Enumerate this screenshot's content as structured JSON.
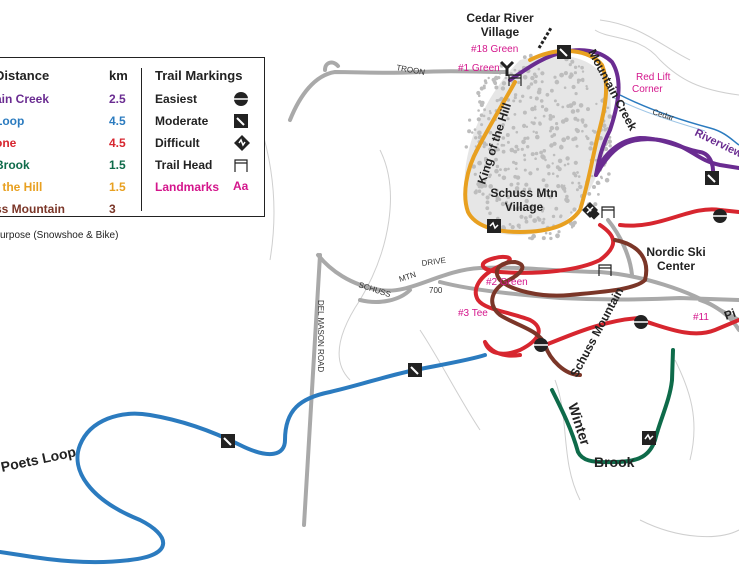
{
  "legend": {
    "head_distance": "Distance",
    "head_km": "km",
    "head_markings": "Trail Markings",
    "trails": [
      {
        "name": "ain Creek",
        "km": "2.5",
        "color": "#6a2c91"
      },
      {
        "name": "Loop",
        "km": "4.5",
        "color": "#2b7bbf"
      },
      {
        "name": "one",
        "km": "4.5",
        "color": "#d7262f"
      },
      {
        "name": "Brook",
        "km": "1.5",
        "color": "#0e6b4a"
      },
      {
        "name": "f the Hill",
        "km": "1.5",
        "color": "#e8a020"
      },
      {
        "name": "ss Mountain",
        "km": "3",
        "color": "#7b3628"
      }
    ],
    "markings": [
      {
        "label": "Easiest",
        "icon": "circle-icon"
      },
      {
        "label": "Moderate",
        "icon": "square-icon"
      },
      {
        "label": "Difficult",
        "icon": "diamond-icon"
      },
      {
        "label": "Trail Head",
        "icon": "trailhead-icon"
      },
      {
        "label": "Landmarks",
        "icon": "Aa",
        "color": "#d4168c"
      }
    ],
    "footnote": "urpose (Snowshoe & Bike)"
  },
  "places": {
    "village_top_1": "Cedar River",
    "village_top_2": "Village",
    "schuss_village_1": "Schuss Mtn",
    "schuss_village_2": "Village",
    "nordic_1": "Nordic Ski",
    "nordic_2": "Center"
  },
  "landmarks": {
    "green18": "#18 Green",
    "green1": "#1 Green",
    "redlift_1": "Red Lift",
    "redlift_2": "Corner",
    "green2": "#2 Green",
    "tee3": "#3 Tee",
    "hole11": "#11"
  },
  "roads": {
    "troon": "TROON",
    "cedar": "Cedar",
    "schuss": "SCHUSS",
    "mtn": "MTN",
    "drive": "DRIVE",
    "route": "700",
    "delmason": "DEL MASON ROAD"
  },
  "trail_labels": {
    "king": "King of the Hill",
    "mountain_creek": "Mountain Creek",
    "riverview": "Riverview",
    "schuss_mountain": "Schuss Mountain",
    "winter": "Winter",
    "brook": "Brook",
    "poets": "Poets Loop",
    "pi": "Pi"
  },
  "colors": {
    "purple": "#6a2c91",
    "blue": "#2b7bbf",
    "red": "#d7262f",
    "green": "#0e6b4a",
    "orange": "#e8a020",
    "brown": "#7b3628",
    "road": "#a9a9a9",
    "magenta": "#d4168c"
  }
}
